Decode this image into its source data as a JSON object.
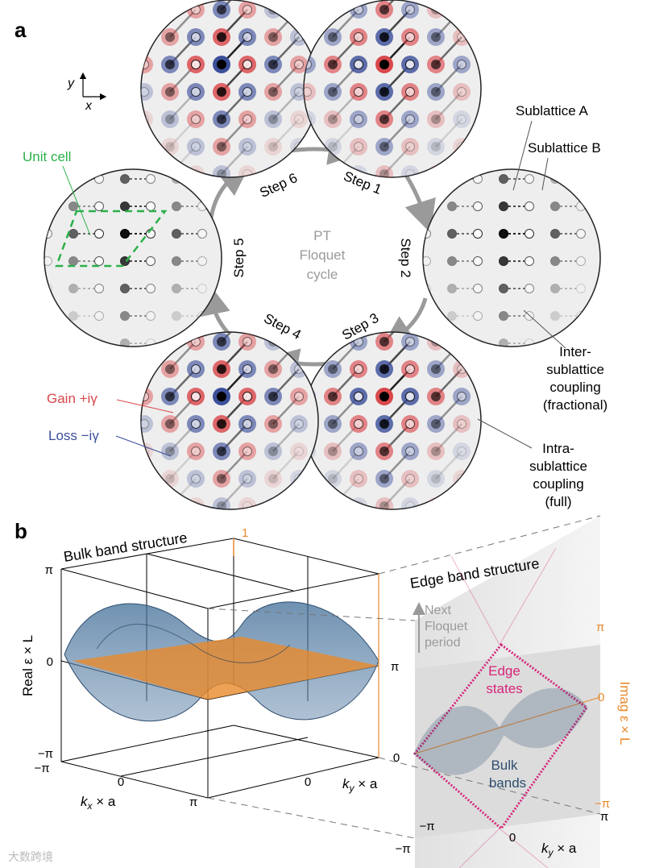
{
  "panel_a": {
    "label": "a",
    "axes": {
      "y": "y",
      "x": "x"
    },
    "center_text": [
      "PT",
      "Floquet",
      "cycle"
    ],
    "steps": [
      "Step 1",
      "Step 2",
      "Step 3",
      "Step 4",
      "Step 5",
      "Step 6"
    ],
    "annotations": {
      "unit_cell": "Unit cell",
      "sublattice_a": "Sublattice A",
      "sublattice_b": "Sublattice B",
      "inter": [
        "Inter-",
        "sublattice",
        "coupling",
        "(fractional)"
      ],
      "intra": [
        "Intra-",
        "sublattice",
        "coupling",
        "(full)"
      ],
      "gain": "Gain +iγ",
      "loss": "Loss −iγ"
    },
    "colors": {
      "gain": "#d9474b",
      "loss": "#3c4f9a",
      "unit_cell": "#2bb04a",
      "arrow": "#9a9a9a",
      "imag_axis": "#e8892b",
      "edge": "#d6247a",
      "bulk": "#2e4e6e"
    }
  },
  "panel_b": {
    "label": "b",
    "bulk_title": "Bulk band structure",
    "edge_title": "Edge band structure",
    "real_axis_label": "Real ε × L",
    "imag_axis_label": "Imag ε × L",
    "kx_label": "k",
    "kx_sub": "x",
    "kx_tail": " × a",
    "ky_label": "k",
    "ky_sub": "y",
    "ky_tail": " × a",
    "ticks": {
      "pi": "π",
      "zero": "0",
      "neg_pi": "−π",
      "one": "1"
    },
    "next_period": [
      "Next",
      "Floquet",
      "period"
    ],
    "edge_states": [
      "Edge",
      "states"
    ],
    "bulk_bands": [
      "Bulk",
      "bands"
    ]
  },
  "watermark": "大数跨境"
}
